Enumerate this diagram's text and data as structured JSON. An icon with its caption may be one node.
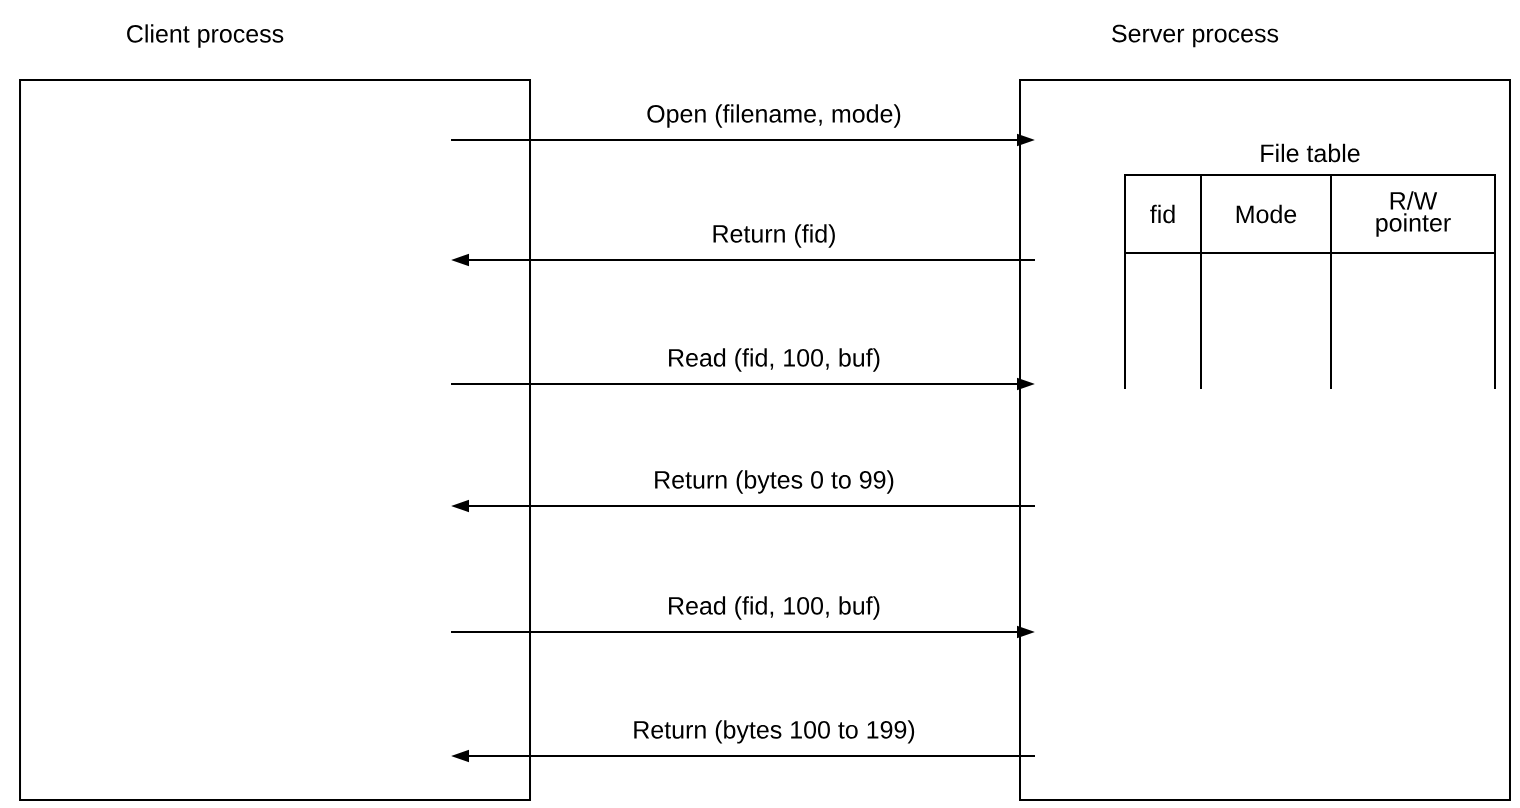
{
  "diagram": {
    "nodes": [
      {
        "text": [
          "Client process"
        ]
      },
      {
        "text": [
          "Server process"
        ]
      },
      {
        "text": [
          "File table",
          "fid",
          "Mode",
          "R/W pointer"
        ],
        "in": 1
      }
    ],
    "edges": [
      {
        "from": 0,
        "to": 1,
        "arrow": "to",
        "label": "Open (filename, mode)"
      },
      {
        "from": 1,
        "to": 0,
        "arrow": "to",
        "label": "Return (fid)"
      },
      {
        "from": 0,
        "to": 1,
        "arrow": "to",
        "label": "Read (fid, 100, buf)"
      },
      {
        "from": 1,
        "to": 0,
        "arrow": "to",
        "label": "Return (bytes 0 to 99)"
      },
      {
        "from": 0,
        "to": 1,
        "arrow": "to",
        "label": "Read (fid, 100, buf)"
      },
      {
        "from": 1,
        "to": 0,
        "arrow": "to",
        "label": "Return (bytes 100 to 199)"
      }
    ]
  }
}
